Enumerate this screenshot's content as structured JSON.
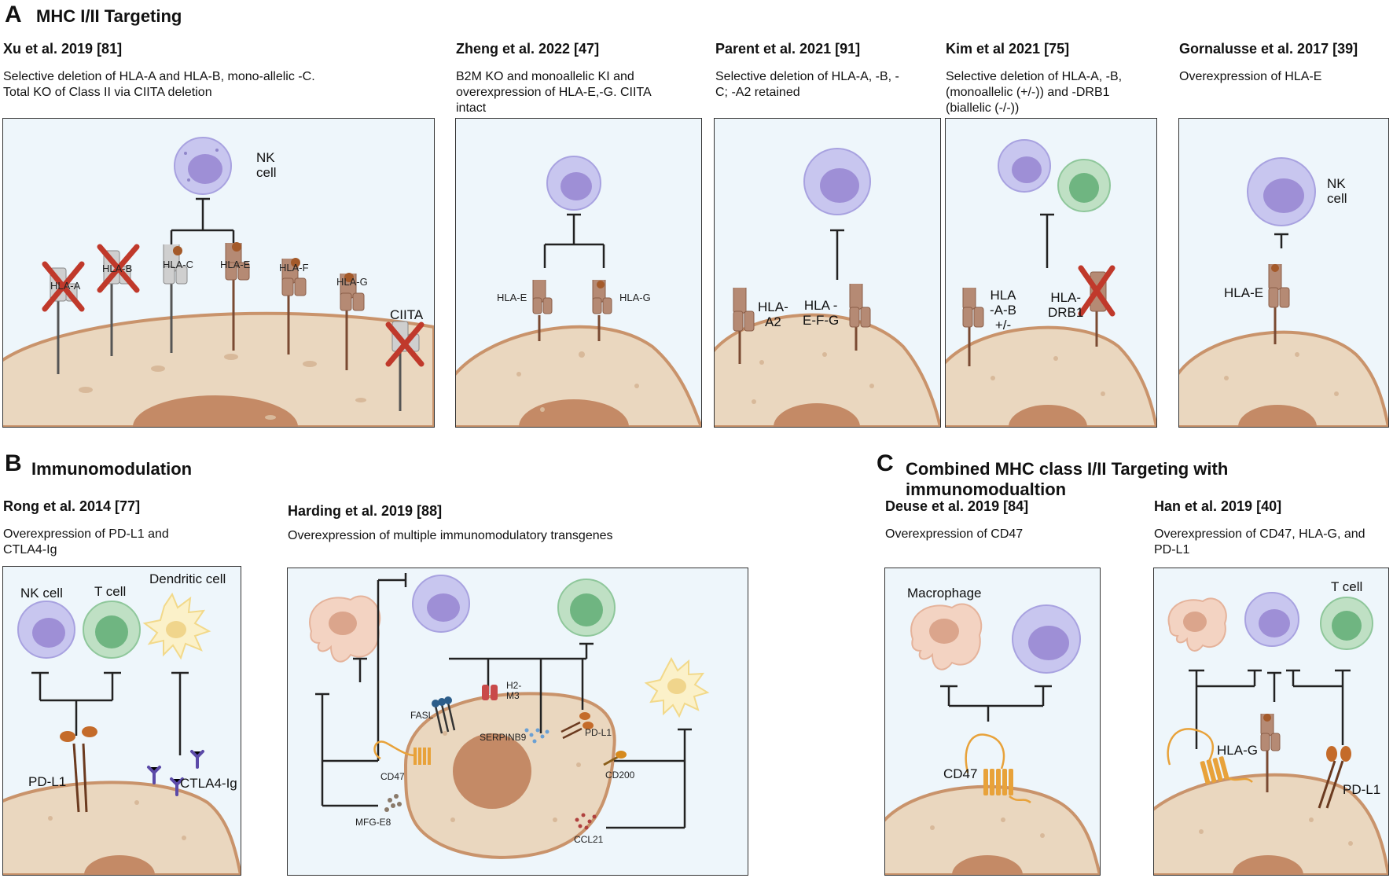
{
  "sections": {
    "A": {
      "letter": "A",
      "title": "MHC I/II Targeting"
    },
    "B": {
      "letter": "B",
      "title": "Immunomodulation"
    },
    "C": {
      "letter": "C",
      "title": "Combined MHC class I/II Targeting with immunomodualtion"
    }
  },
  "studies": {
    "xu": {
      "ref": "Xu et al. 2019 [81]",
      "desc": [
        "Selective deletion of HLA-A and HLA-B, mono-allelic -C.",
        "Total KO of Class II via CIITA deletion"
      ]
    },
    "zheng": {
      "ref": "Zheng et al. 2022 [47]",
      "desc": [
        "B2M KO and monoallelic KI and",
        "overexpression of HLA-E,-G. CIITA",
        "intact"
      ]
    },
    "parent": {
      "ref": "Parent et al. 2021 [91]",
      "desc": [
        "Selective deletion of HLA-A, -B, -",
        "C; -A2 retained"
      ]
    },
    "kim": {
      "ref": "Kim et al 2021 [75]",
      "desc": [
        "Selective deletion of HLA-A, -B,",
        "(monoallelic (+/-)) and -DRB1",
        "(biallelic (-/-))"
      ]
    },
    "gornalusse": {
      "ref": "Gornalusse et al. 2017 [39]",
      "desc": [
        "Overexpression of HLA-E"
      ]
    },
    "rong": {
      "ref": "Rong et al. 2014 [77]",
      "desc": [
        "Overexpression of PD-L1 and",
        "CTLA4-Ig"
      ]
    },
    "harding": {
      "ref": "Harding et al. 2019 [88]",
      "desc": [
        "Overexpression of multiple immunomodulatory transgenes"
      ]
    },
    "deuse": {
      "ref": "Deuse et al. 2019 [84]",
      "desc": [
        "Overexpression of CD47"
      ]
    },
    "han": {
      "ref": "Han et al. 2019 [40]",
      "desc": [
        "Overexpression of CD47, HLA-G, and",
        "PD-L1"
      ]
    }
  },
  "labels": {
    "xu": {
      "nk": [
        "NK",
        "cell"
      ],
      "hla_a": "HLA-A",
      "hla_b": "HLA-B",
      "hla_c": "HLA-C",
      "hla_e": "HLA-E",
      "hla_f": "HLA-F",
      "hla_g": "HLA-G",
      "ciita": "CIITA"
    },
    "zheng": {
      "hla_e": "HLA-E",
      "hla_g": "HLA-G"
    },
    "parent": {
      "a2": [
        "HLA-",
        "A2"
      ],
      "efg": [
        "HLA -",
        "E-F-G"
      ]
    },
    "kim": {
      "ab": [
        "HLA",
        "-A-B",
        "+/-"
      ],
      "drb1": [
        "HLA-",
        "DRB1"
      ]
    },
    "gornalusse": {
      "nk": [
        "NK",
        "cell"
      ],
      "hla_e": "HLA-E"
    },
    "rong": {
      "nk": "NK cell",
      "t": "T cell",
      "dc": "Dendritic cell",
      "pdl1": "PD-L1",
      "ctla4": "CTLA4-Ig"
    },
    "harding": {
      "fasl": "FASL",
      "h2m3": [
        "H2-",
        "M3"
      ],
      "serpinb9": "SERPINB9",
      "pdl1": "PD-L1",
      "cd47": "CD47",
      "cd200": "CD200",
      "mfge8": "MFG-E8",
      "ccl21": "CCL21"
    },
    "deuse": {
      "macrophage": "Macrophage",
      "cd47": "CD47"
    },
    "han": {
      "t": "T cell",
      "hlag": "HLA-G",
      "pdl1": "PD-L1"
    }
  },
  "colors": {
    "panel_bg": "#eef6fb",
    "cell_body": "#ead7bf",
    "cell_edge": "#c9936b",
    "nucleus": "#c48a66",
    "nk_cell": "#c8c6ef",
    "nk_nucleus": "#9e8fd6",
    "t_cell": "#bfe0c4",
    "t_nucleus": "#6fb581",
    "receptor_brown": "#b58a74",
    "receptor_grey": "#cfcfcf",
    "knockout_x": "#c0392b",
    "cd47": "#e8a23a",
    "h2m3": "#c94a4a"
  }
}
